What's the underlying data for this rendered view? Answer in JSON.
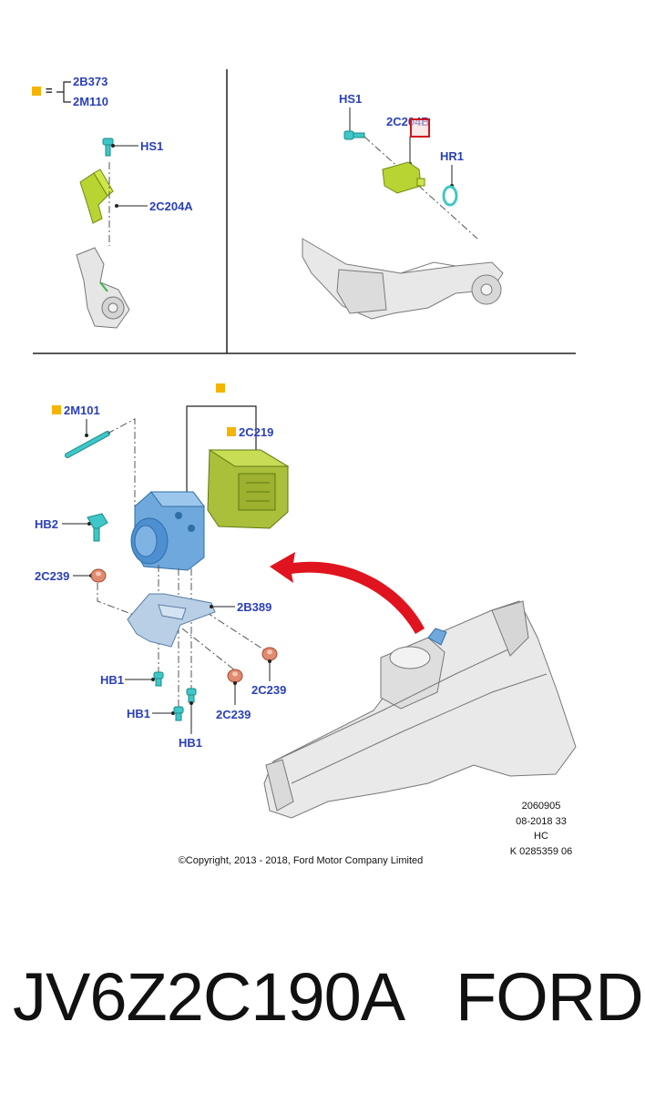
{
  "legend": {
    "top": "2B373",
    "bottom": "2M110"
  },
  "labels": {
    "hs1_left": "HS1",
    "c204a": "2C204A",
    "hs1_right": "HS1",
    "c204b": "2C204B",
    "hr1": "HR1",
    "m101": "2M101",
    "c219": "2C219",
    "hb2": "HB2",
    "c239_a": "2C239",
    "b389": "2B389",
    "hb1_a": "HB1",
    "c239_b": "2C239",
    "hb1_b": "HB1",
    "c239_c": "2C239",
    "hb1_c": "HB1"
  },
  "meta": {
    "line1": "2060905",
    "line2": "08-2018 33",
    "line3": "HC",
    "line4": "K 0285359 06"
  },
  "copyright": "©Copyright, 2013 - 2018, Ford Motor Company Limited",
  "part_number": "JV6Z2C190A",
  "brand": "FORD",
  "colors": {
    "label": "#2a3fb8",
    "marker": "#f5b400",
    "sensor": "#b7d433",
    "module": "#aabf3a",
    "abs_unit": "#6fa8dc",
    "bolt": "#3fc7c7",
    "grommet": "#e08a70",
    "arrow": "#e0141e"
  }
}
